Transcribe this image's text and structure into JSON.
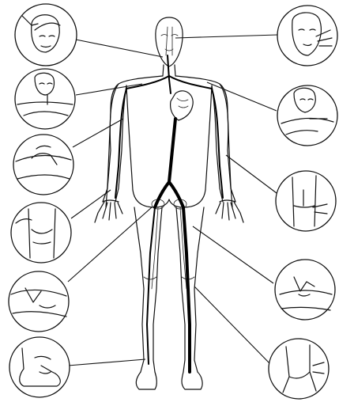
{
  "figure": {
    "subject": "pulse-points-circulatory-diagram",
    "stroke_color": "#111111",
    "background_color": "#ffffff"
  },
  "callouts": [
    {
      "id": "temporal",
      "side": "left"
    },
    {
      "id": "carotid",
      "side": "right"
    },
    {
      "id": "subclavian",
      "side": "left"
    },
    {
      "id": "axillary",
      "side": "right"
    },
    {
      "id": "brachial",
      "side": "left"
    },
    {
      "id": "radial",
      "side": "right"
    },
    {
      "id": "femoral",
      "side": "left"
    },
    {
      "id": "popliteal",
      "side": "left"
    },
    {
      "id": "posterior-tibial",
      "side": "right"
    },
    {
      "id": "dorsalis-pedis-ankle",
      "side": "right"
    },
    {
      "id": "dorsalis-pedis-foot",
      "side": "left"
    }
  ]
}
